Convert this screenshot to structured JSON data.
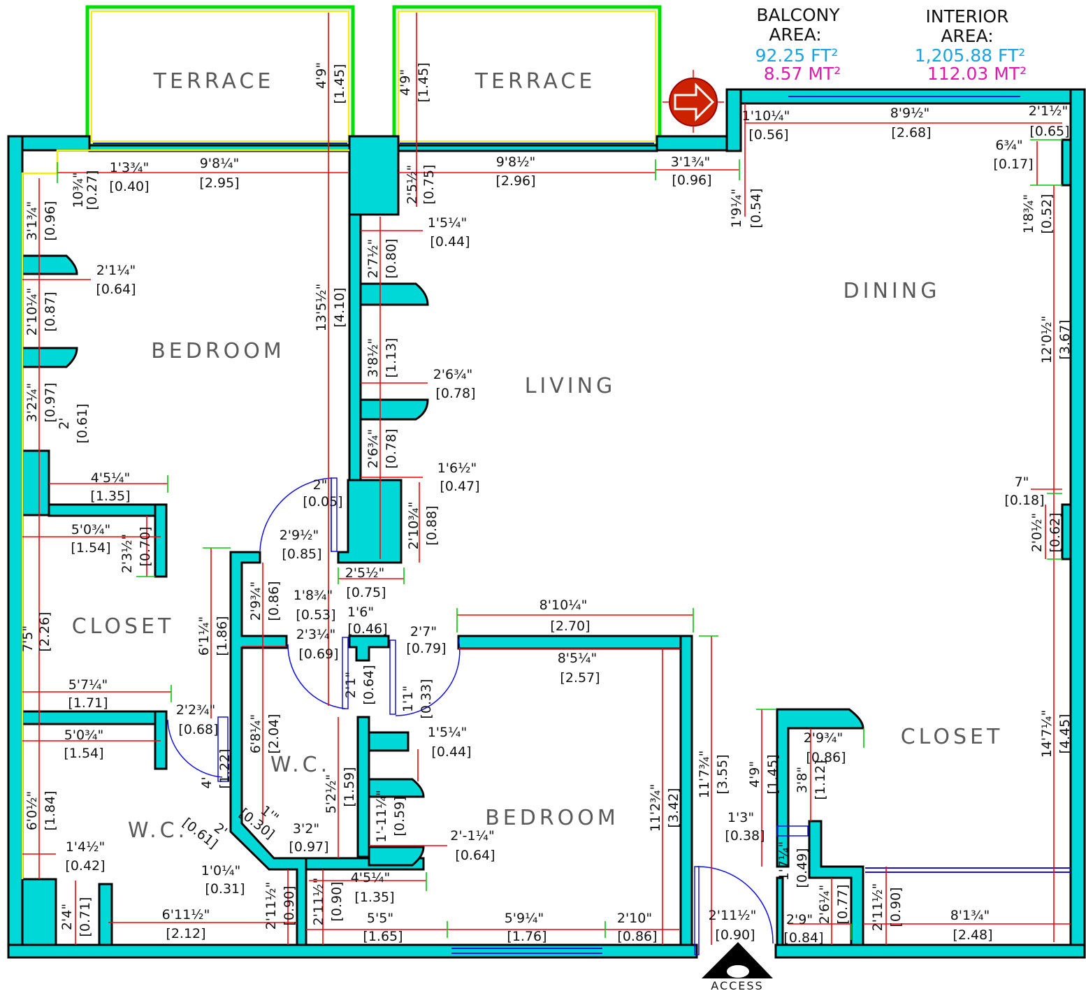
{
  "header": {
    "balcony_title_1": "BALCONY",
    "balcony_title_2": "AREA:",
    "balcony_ft": "92.25 FT²",
    "balcony_mt": "8.57 MT²",
    "interior_title_1": "INTERIOR",
    "interior_title_2": "AREA:",
    "interior_ft": "1,205.88 FT²",
    "interior_mt": "112.03 MT²",
    "ft_color": "#1aa3e0",
    "mt_color": "#e01aa8"
  },
  "rooms": {
    "terrace_left": "TERRACE",
    "terrace_right": "TERRACE",
    "bedroom_left": "BEDROOM",
    "living": "LIVING",
    "dining": "DINING",
    "closet_left": "CLOSET",
    "closet_right": "CLOSET",
    "wc_upper": "W.C.",
    "wc_lower": "W.C.",
    "bedroom_lower": "BEDROOM"
  },
  "access_label": "ACCESS",
  "colors": {
    "wall": "#00d7d7",
    "dimension_line": "#ff0000",
    "extension_line": "#00cc00",
    "window": "#1010e0",
    "outline": "#f0f000",
    "north_marker": "#cc2200"
  },
  "dims": {
    "t1_imp": "4'9\"",
    "t1_met": "[1.45]",
    "t2_imp": "4'9\"",
    "t2_met": "[1.45]",
    "a1_imp": "1'3¾\"",
    "a1_met": "[0.40]",
    "a2_imp": "9'8¼\"",
    "a2_met": "[2.95]",
    "a3_imp": "10¾\"",
    "a3_met": "[0.27]",
    "a4_imp": "3'1¾\"",
    "a4_met": "[0.96]",
    "a5_imp": "2'1¼\"",
    "a5_met": "[0.64]",
    "a6_imp": "2'10¼\"",
    "a6_met": "[0.87]",
    "a7_imp": "13'5½\"",
    "a7_met": "[4.10]",
    "a8_imp": "3'2¼\"",
    "a8_met": "[0.97]",
    "a9_imp": "2'",
    "a9_met": "[0.61]",
    "a10_imp": "4'5¼\"",
    "a10_met": "[1.35]",
    "a11_imp": "5'0¾\"",
    "a11_met": "[1.54]",
    "a12_imp": "2'3½\"",
    "a12_met": "[0.70]",
    "a13_imp": "7'5\"",
    "a13_met": "[2.26]",
    "a14_imp": "5'7¼\"",
    "a14_met": "[1.71]",
    "a15_imp": "5'0¾\"",
    "a15_met": "[1.54]",
    "a16_imp": "6'0½\"",
    "a16_met": "[1.84]",
    "a17_imp": "1'4½\"",
    "a17_met": "[0.42]",
    "a18_imp": "2'4\"",
    "a18_met": "[0.71]",
    "a19_imp": "6'11½\"",
    "a19_met": "[2.12]",
    "b1_imp": "9'8½\"",
    "b1_met": "[2.96]",
    "b2_imp": "3'1¾\"",
    "b2_met": "[0.96]",
    "b3_imp": "2'5½\"",
    "b3_met": "[0.75]",
    "b4_imp": "1'5¼\"",
    "b4_met": "[0.44]",
    "b5_imp": "2'7½\"",
    "b5_met": "[0.80]",
    "b6_imp": "3'8½\"",
    "b6_met": "[1.13]",
    "b7_imp": "2'6¾\"",
    "b7_met": "[0.78]",
    "b8_imp": "2'6¾\"",
    "b8_met": "[0.78]",
    "b9_imp": "1'6½\"",
    "b9_met": "[0.47]",
    "b10_imp": "2'10¾\"",
    "b10_met": "[0.88]",
    "b11_imp": "2\"",
    "b11_met": "[0.05]",
    "b12_imp": "2'9½\"",
    "b12_met": "[0.85]",
    "b13_imp": "2'5½\"",
    "b13_met": "[0.75]",
    "c1_imp": "1'10¼\"",
    "c1_met": "[0.56]",
    "c2_imp": "8'9½\"",
    "c2_met": "[2.68]",
    "c3_imp": "2'1½\"",
    "c3_met": "[0.65]",
    "c4_imp": "6¾\"",
    "c4_met": "[0.17]",
    "c5_imp": "1'9¼\"",
    "c5_met": "[0.54]",
    "c6_imp": "1'8¾\"",
    "c6_met": "[0.52]",
    "c7_imp": "12'0½\"",
    "c7_met": "[3.67]",
    "c8_imp": "7\"",
    "c8_met": "[0.18]",
    "c9_imp": "2'0½\"",
    "c9_met": "[0.62]",
    "c10_imp": "14'7¼\"",
    "c10_met": "[4.45]",
    "d1_imp": "2'9¾\"",
    "d1_met": "[0.86]",
    "d2_imp": "1'8¾\"",
    "d2_met": "[0.53]",
    "d3_imp": "1'6\"",
    "d3_met": "[0.46]",
    "d4_imp": "2'7\"",
    "d4_met": "[0.79]",
    "d5_imp": "6'1¼\"",
    "d5_met": "[1.86]",
    "d6_imp": "2'3¼\"",
    "d6_met": "[0.69]",
    "d7_imp": "2'1\"",
    "d7_met": "[0.64]",
    "d8_imp": "1'1\"",
    "d8_met": "[0.33]",
    "d9_imp": "2'2¾\"",
    "d9_met": "[0.68]",
    "d10_imp": "6'8¼\"",
    "d10_met": "[2.04]",
    "d11_imp": "4'",
    "d11_met": "[1.22]",
    "d12_imp": "2'",
    "d12_met": "[0.61]",
    "d13_imp": "1'\"",
    "d13_met": "[0.30]",
    "d14_imp": "3'2\"",
    "d14_met": "[0.97]",
    "d15_imp": "1'0¼\"",
    "d15_met": "[0.31]",
    "d16_imp": "2'11½\"",
    "d16_met": "[0.90]",
    "d17_imp": "2'11½\"",
    "d17_met": "[0.90]",
    "d18_imp": "5'2½\"",
    "d18_met": "[1.59]",
    "d19_imp": "1'-11¼\"",
    "d19_met": "[0.59]",
    "d20_imp": "1'5¼\"",
    "d20_met": "[0.44]",
    "d21_imp": "2'-1¼\"",
    "d21_met": "[0.64]",
    "d22_imp": "4'5¼\"",
    "d22_met": "[1.35]",
    "d23_imp": "5'5\"",
    "d23_met": "[1.65]",
    "e1_imp": "8'10¼\"",
    "e1_met": "[2.70]",
    "e2_imp": "8'5¼\"",
    "e2_met": "[2.57]",
    "e3_imp": "11'2¾\"",
    "e3_met": "[3.42]",
    "e4_imp": "11'7¾\"",
    "e4_met": "[3.55]",
    "e5_imp": "5'9¼\"",
    "e5_met": "[1.76]",
    "e6_imp": "2'10\"",
    "e6_met": "[0.86]",
    "f1_imp": "4'9\"",
    "f1_met": "[1.45]",
    "f2_imp": "2'9¾\"",
    "f2_met": "[0.86]",
    "f3_imp": "3'8\"",
    "f3_met": "[1.12]",
    "f4_imp": "1'3\"",
    "f4_met": "[0.38]",
    "f5_imp": "1'7¼\"",
    "f5_met": "[0.49]",
    "f6_imp": "2'6¼\"",
    "f6_met": "[0.77]",
    "f7_imp": "2'11½\"",
    "f7_met": "[0.90]",
    "f8_imp": "2'9\"",
    "f8_met": "[0.84]",
    "f9_imp": "2'11½\"",
    "f9_met": "[0.90]",
    "f10_imp": "8'1¾\"",
    "f10_met": "[2.48]"
  }
}
